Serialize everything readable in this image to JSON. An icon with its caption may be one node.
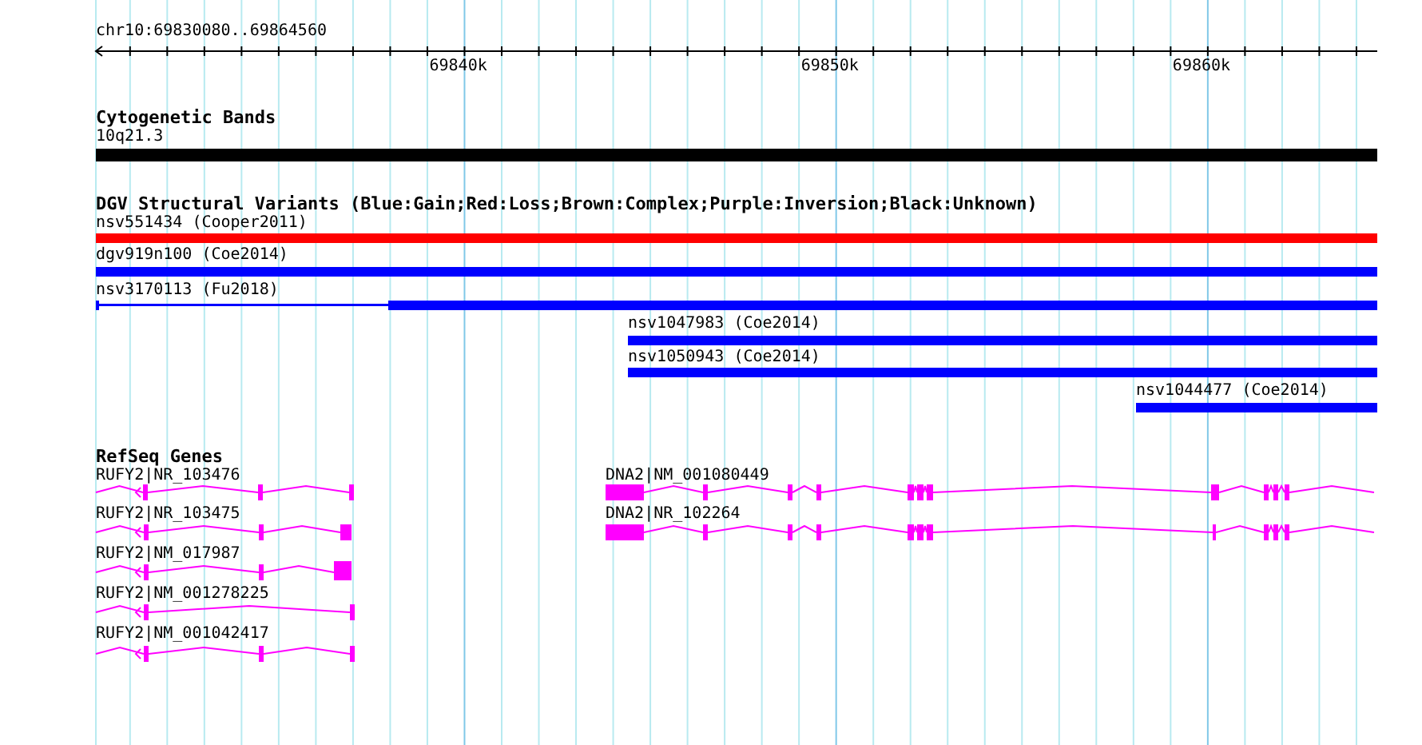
{
  "diagram": {
    "nodes": [
      {
        "text": [
          "10q21.3"
        ]
      },
      {
        "text": [
          "nsv551434 (Cooper2011)"
        ]
      },
      {
        "text": [
          "dgv919n100 (Coe2014)"
        ]
      },
      {
        "text": [
          "nsv3170113 (Fu2018)"
        ]
      },
      {
        "text": [
          "nsv1047983 (Coe2014)"
        ]
      },
      {
        "text": [
          "nsv1050943 (Coe2014)"
        ]
      },
      {
        "text": [
          "nsv1044477 (Coe2014)"
        ]
      },
      {
        "text": [
          "RUFY2|NR_103476"
        ]
      },
      {
        "text": [
          "DNA2|NM_001080449"
        ]
      },
      {
        "text": [
          "RUFY2|NR_103475"
        ]
      },
      {
        "text": [
          "DNA2|NR_102264"
        ]
      },
      {
        "text": [
          "RUFY2|NM_017987"
        ]
      },
      {
        "text": [
          "RUFY2|NM_001278225"
        ]
      },
      {
        "text": [
          "RUFY2|NM_001042417"
        ]
      }
    ],
    "labels": [
      "chr10:69830080..69864560",
      "69840k",
      "69850k",
      "69860k",
      "Cytogenetic Bands",
      "DGV Structural Variants (Blue:Gain;Red:Loss;Brown:Complex;Purple:Inversion;Black:Unknown)",
      "RefSeq Genes"
    ]
  }
}
